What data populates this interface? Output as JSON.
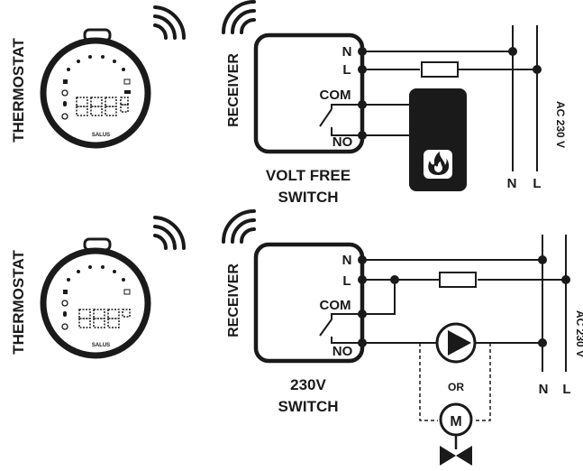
{
  "panel_top": {
    "thermostat_label": "THERMOSTAT",
    "receiver_label": "RECEIVER",
    "brand": "SALUS",
    "terminals": {
      "n": "N",
      "l": "L",
      "com": "COM",
      "no": "NO"
    },
    "switch_caption_line1": "VOLT FREE",
    "switch_caption_line2": "SWITCH",
    "supply_label": "AC 230 V",
    "supply_n": "N",
    "supply_l": "L"
  },
  "panel_bottom": {
    "thermostat_label": "THERMOSTAT",
    "receiver_label": "RECEIVER",
    "brand": "SALUS",
    "terminals": {
      "n": "N",
      "l": "L",
      "com": "COM",
      "no": "NO"
    },
    "switch_caption_line1": "230V",
    "switch_caption_line2": "SWITCH",
    "or_label": "OR",
    "motor_label": "M",
    "supply_label": "AC 230 V",
    "supply_n": "N",
    "supply_l": "L"
  },
  "icons": {
    "wireless": "wifi-signal-icon",
    "boiler": "boiler-flame-icon",
    "pump": "pump-icon",
    "motor": "motor-icon",
    "valve": "valve-icon",
    "fuse": "fuse-icon"
  }
}
